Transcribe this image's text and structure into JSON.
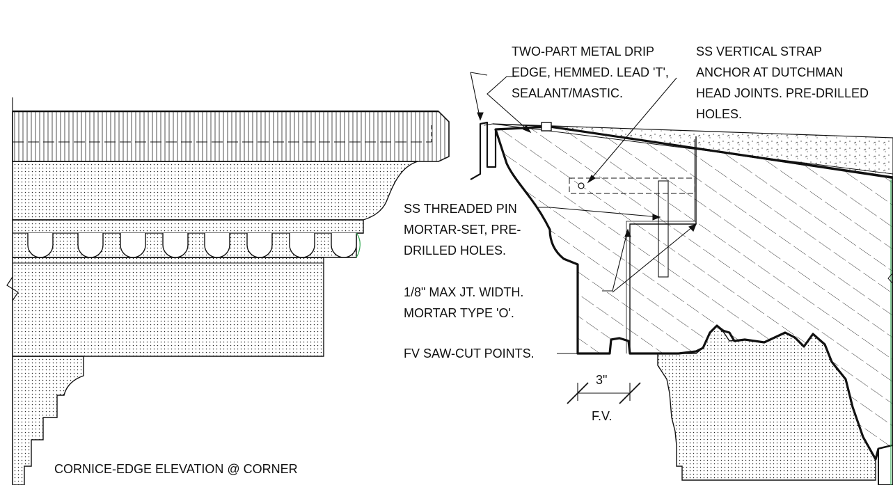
{
  "labels": {
    "drip_edge": [
      "TWO-PART METAL DRIP",
      "EDGE, HEMMED. LEAD 'T',",
      "SEALANT/MASTIC."
    ],
    "strap_anchor": [
      "SS VERTICAL STRAP",
      "ANCHOR AT DUTCHMAN",
      "HEAD JOINTS. PRE-DRILLED",
      "HOLES."
    ],
    "threaded_pin": [
      "SS THREADED PIN",
      "MORTAR-SET, PRE-",
      "DRILLED HOLES."
    ],
    "joint_width": [
      "1/8\" MAX JT. WIDTH.",
      "MORTAR TYPE 'O'."
    ],
    "saw_cut": "FV SAW-CUT POINTS.",
    "dimension": "3\"",
    "dimension_note": "F.V.",
    "elevation_title": "CORNICE-EDGE ELEVATION @ CORNER"
  },
  "colors": {
    "line": "#111111",
    "accent_edge": "#2fa84f",
    "background": "#ffffff"
  }
}
